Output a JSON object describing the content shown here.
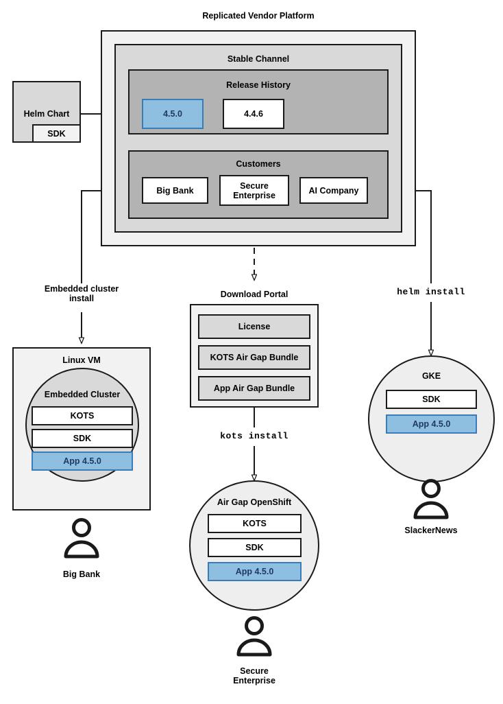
{
  "diagram": {
    "title": "Replicated Vendor Platform",
    "colors": {
      "accent_blue_fill": "#8fbfe0",
      "accent_blue_border": "#3a7cb8",
      "accent_blue_text": "#1f3864",
      "level1_gray": "#f2f2f2",
      "level2_gray": "#d9d9d9",
      "level3_gray": "#b3b3b3",
      "stroke": "#1a1a1a"
    }
  },
  "helm_chart": {
    "title": "Helm Chart",
    "sdk_label": "SDK"
  },
  "platform": {
    "channel_title": "Stable Channel",
    "release_history": {
      "title": "Release History",
      "releases": [
        {
          "version": "4.5.0",
          "highlighted": true
        },
        {
          "version": "4.4.6",
          "highlighted": false
        }
      ]
    },
    "customers": {
      "title": "Customers",
      "items": [
        {
          "name": "Big Bank"
        },
        {
          "name": "Secure\nEnterprise"
        },
        {
          "name": "AI Company"
        }
      ]
    }
  },
  "flows": [
    {
      "id": "embedded",
      "label": "Embedded cluster\ninstall",
      "mono": false
    },
    {
      "id": "download",
      "label": "Download Portal",
      "mono": false
    },
    {
      "id": "helm",
      "label": "helm install",
      "mono": true
    },
    {
      "id": "kots",
      "label": "kots install",
      "mono": true
    }
  ],
  "download_portal": {
    "title": "Download Portal",
    "artifacts": [
      {
        "label": "License"
      },
      {
        "label": "KOTS Air Gap Bundle"
      },
      {
        "label": "App Air Gap Bundle"
      }
    ]
  },
  "targets": [
    {
      "id": "linux-vm",
      "outer_title": "Linux VM",
      "inner_title": "Embedded Cluster",
      "components": [
        {
          "label": "KOTS",
          "highlighted": false
        },
        {
          "label": "SDK",
          "highlighted": false
        },
        {
          "label": "App 4.5.0",
          "highlighted": true
        }
      ],
      "user": "Big Bank"
    },
    {
      "id": "airgap-openshift",
      "outer_title": "",
      "inner_title": "Air Gap OpenShift",
      "components": [
        {
          "label": "KOTS",
          "highlighted": false
        },
        {
          "label": "SDK",
          "highlighted": false
        },
        {
          "label": "App 4.5.0",
          "highlighted": true
        }
      ],
      "user": "Secure\nEnterprise"
    },
    {
      "id": "gke",
      "outer_title": "",
      "inner_title": "GKE",
      "components": [
        {
          "label": "SDK",
          "highlighted": false
        },
        {
          "label": "App 4.5.0",
          "highlighted": true
        }
      ],
      "user": "SlackerNews"
    }
  ]
}
